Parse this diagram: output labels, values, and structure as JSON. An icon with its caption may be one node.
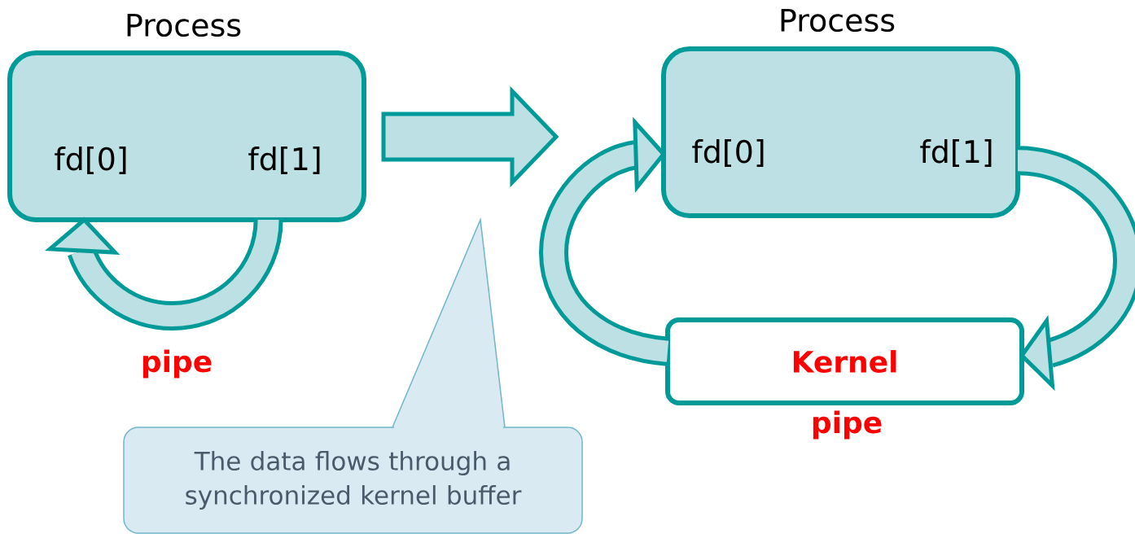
{
  "diagram": {
    "nodes": [
      {
        "text": [
          "Process",
          "fd[0]",
          "fd[1]"
        ]
      },
      {
        "text": [
          "Process",
          "fd[0]",
          "fd[1]"
        ]
      },
      {
        "text": [
          "Kernel"
        ],
        "beside": [
          "pipe"
        ]
      },
      {
        "text": [
          "The data flows through a synchronized kernel buffer"
        ]
      }
    ],
    "edges": [
      {
        "from": 0,
        "to": 0,
        "arrow": "to",
        "label": "pipe"
      },
      {
        "from": 0,
        "to": 1,
        "arrow": "to"
      },
      {
        "from": 1,
        "to": 2,
        "arrow": "to"
      },
      {
        "from": 2,
        "to": 1,
        "arrow": "to"
      }
    ]
  }
}
